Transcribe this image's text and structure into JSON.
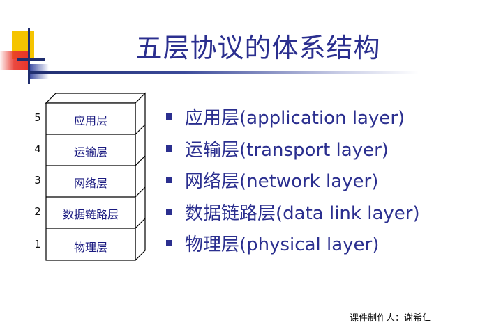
{
  "title": "五层协议的体系结构",
  "stack": {
    "layers": [
      {
        "num": "5",
        "label": "应用层"
      },
      {
        "num": "4",
        "label": "运输层"
      },
      {
        "num": "3",
        "label": "网络层"
      },
      {
        "num": "2",
        "label": "数据链路层"
      },
      {
        "num": "1",
        "label": "物理层"
      }
    ]
  },
  "bullets": [
    "应用层(application layer)",
    "运输层(transport layer)",
    "网络层(network layer)",
    "数据链路层(data link layer)",
    "物理层(physical layer)"
  ],
  "credit": "课件制作人：谢希仁",
  "colors": {
    "title": "#2b2f8f",
    "logo_yellow": "#f5c400",
    "logo_red": "#e8352b",
    "logo_blue": "#2d3d9b"
  }
}
